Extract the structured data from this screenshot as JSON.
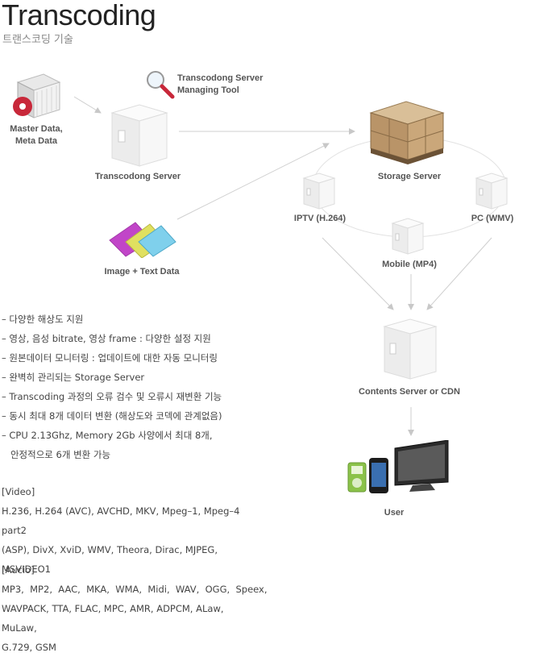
{
  "header": {
    "title": "Transcoding",
    "subtitle": "트랜스코딩 기술"
  },
  "diagram": {
    "master_data_label": "Master Data,\nMeta Data",
    "managing_tool_label": "Transcodong Server\nManaging Tool",
    "transcoding_server_label": "Transcodong Server",
    "image_text_label": "Image + Text Data",
    "storage_server_label": "Storage Server",
    "iptv_label": "IPTV (H.264)",
    "pc_label": "PC (WMV)",
    "mobile_label": "Mobile (MP4)",
    "contents_server_label": "Contents Server or CDN",
    "user_label": "User"
  },
  "features": [
    "– 다양한 해상도 지원",
    "– 영상, 음성 bitrate, 영상 frame : 다양한 설정 지원",
    "– 원본데이터 모니터링 : 업데이트에 대한 자동 모니터링",
    "– 완벽히 관리되는 Storage Server",
    "– Transcoding 과정의 오류 검수 및 오류시 재변환 기능",
    "– 동시 최대 8개 데이터 변환 (해상도와 코덱에 관계없음)",
    "– CPU 2.13Ghz, Memory 2Gb 사양에서 최대 8개,",
    "   안정적으로 6개 변환 가능"
  ],
  "video": {
    "heading": "[Video]",
    "lines": [
      "H.236, H.264 (AVC), AVCHD, MKV, Mpeg–1, Mpeg–4 part2",
      "(ASP), DivX, XviD, WMV, Theora, Dirac, MJPEG, MSVIDEO1"
    ]
  },
  "audio": {
    "heading": "[Aucio]",
    "lines": [
      "MP3,  MP2,  AAC,  MKA,  WMA,  Midi,  WAV,  OGG,  Speex,",
      "WAVPACK, TTA, FLAC, MPC, AMR, ADPCM, ALaw, MuLaw,",
      "G.729, GSM"
    ]
  }
}
